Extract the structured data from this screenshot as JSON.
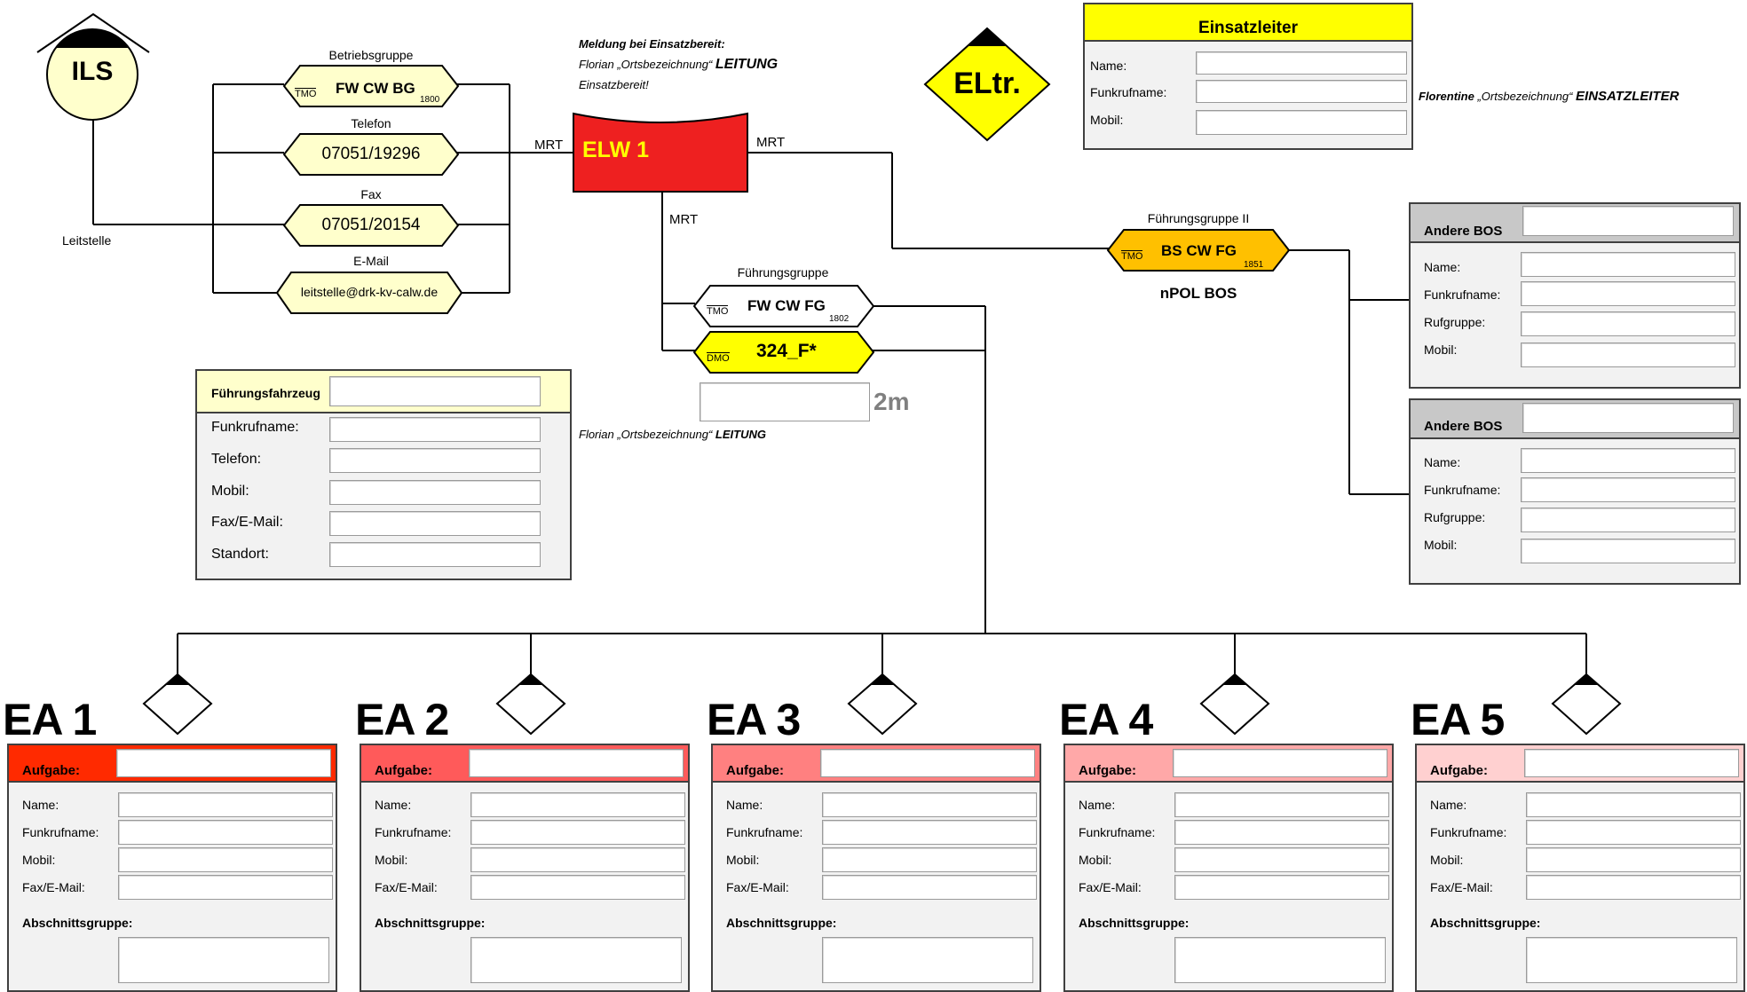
{
  "ils": {
    "label": "ILS",
    "caption": "Leitstelle"
  },
  "betriebsgruppe": {
    "title": "Betriebsgruppe",
    "tag": "TMO",
    "name": "FW CW BG",
    "number": "1800"
  },
  "telefon": {
    "title": "Telefon",
    "value": "07051/19296"
  },
  "fax": {
    "title": "Fax",
    "value": "07051/20154"
  },
  "email": {
    "title": "E-Mail",
    "value": "leitstelle@drk-kv-calw.de"
  },
  "elw": {
    "label": "ELW 1",
    "mrt_left": "MRT",
    "mrt_right": "MRT",
    "mrt_down": "MRT"
  },
  "meldung": {
    "heading": "Meldung bei Einsatzbereit:",
    "line1_prefix": "Florian „Ortsbezeichnung“ ",
    "line1_bold": "LEITUNG",
    "line2": "Einsatzbereit!"
  },
  "eltr": {
    "label": "ELtr."
  },
  "einsatzleiter": {
    "title": "Einsatzleiter",
    "fields": [
      "Name:",
      "Funkrufname:",
      "Mobil:"
    ],
    "callsign_prefix": "Florentine",
    "callsign_mid": " „Ortsbezeichnung“ ",
    "callsign_bold": "EINSATZLEITER"
  },
  "fuehrungsgruppe2": {
    "title": "Führungsgruppe II",
    "tag": "TMO",
    "name": "BS CW FG",
    "number": "1851",
    "caption": "nPOL BOS"
  },
  "fuehrungsgruppe": {
    "title": "Führungsgruppe",
    "tag": "TMO",
    "name": "FW CW FG",
    "number": "1802"
  },
  "dmo": {
    "tag": "DMO",
    "name": "324_F*",
    "band": "2m",
    "callsign_prefix": "Florian „Ortsbezeichnung“ ",
    "callsign_bold": "LEITUNG"
  },
  "fuehrungsfahrzeug": {
    "title": "Führungsfahrzeug",
    "fields": [
      "Funkrufname:",
      "Telefon:",
      "Mobil:",
      "Fax/E-Mail:",
      "Standort:"
    ]
  },
  "andere_bos": [
    {
      "title": "Andere BOS",
      "fields": [
        "Name:",
        "Funkrufname:",
        "Rufgruppe:",
        "Mobil:"
      ]
    },
    {
      "title": "Andere BOS",
      "fields": [
        "Name:",
        "Funkrufname:",
        "Rufgruppe:",
        "Mobil:"
      ]
    }
  ],
  "abschnitte": [
    {
      "title": "EA 1",
      "aufgabe": "Aufgabe:",
      "fields": [
        "Name:",
        "Funkrufname:",
        "Mobil:",
        "Fax/E-Mail:"
      ],
      "gruppe": "Abschnittsgruppe:",
      "color": "#ff2a00"
    },
    {
      "title": "EA 2",
      "aufgabe": "Aufgabe:",
      "fields": [
        "Name:",
        "Funkrufname:",
        "Mobil:",
        "Fax/E-Mail:"
      ],
      "gruppe": "Abschnittsgruppe:",
      "color": "#ff5a5a"
    },
    {
      "title": "EA 3",
      "aufgabe": "Aufgabe:",
      "fields": [
        "Name:",
        "Funkrufname:",
        "Mobil:",
        "Fax/E-Mail:"
      ],
      "gruppe": "Abschnittsgruppe:",
      "color": "#ff8080"
    },
    {
      "title": "EA 4",
      "aufgabe": "Aufgabe:",
      "fields": [
        "Name:",
        "Funkrufname:",
        "Mobil:",
        "Fax/E-Mail:"
      ],
      "gruppe": "Abschnittsgruppe:",
      "color": "#ffa8a8"
    },
    {
      "title": "EA 5",
      "aufgabe": "Aufgabe:",
      "fields": [
        "Name:",
        "Funkrufname:",
        "Mobil:",
        "Fax/E-Mail:"
      ],
      "gruppe": "Abschnittsgruppe:",
      "color": "#ffd0d0"
    }
  ],
  "colors": {
    "hex_fill": "#ffffcc",
    "elw_red": "#ee2020",
    "yellow": "#ffff00",
    "orange": "#ffc000",
    "grey_header": "#c8c8c8"
  }
}
